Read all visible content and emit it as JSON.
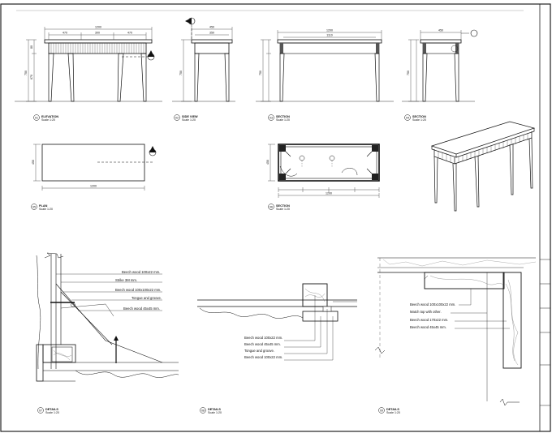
{
  "dims": {
    "elev_width": "1200",
    "elev_sub": [
      "470",
      "300",
      "470"
    ],
    "elev_height": [
      "750",
      "80",
      "670"
    ],
    "side_width": "450",
    "side_sub": "350",
    "section_width": "1200",
    "section_sub": "1110",
    "section_b_width": "450",
    "plan_width": "1200",
    "plan_height": "450",
    "section_plan_width": "1200"
  },
  "view_labels": {
    "elevation": "ELEVATION",
    "side_view": "SIDE VIEW",
    "section_a": "SECTION",
    "section_b": "SECTION",
    "plan": "PLAN",
    "section_plan": "SECTION",
    "detail_1": "DETAILS",
    "detail_2": "DETAILS",
    "detail_3": "DETAILS"
  },
  "view_numbers": [
    "01",
    "02",
    "03",
    "04",
    "05",
    "06",
    "07",
    "08",
    "09"
  ],
  "scale_note": "Scale 1:20",
  "callouts": {
    "detail_1": [
      "Beech wood 100x22 mm.",
      "Strike 3M mm.",
      "Beech wood 100x100x22 mm.",
      "Tongue and groove.",
      "Beech wood 45x45 mm."
    ],
    "detail_2": [
      "Beech wood 100x22 mm.",
      "Beech wood 45x45 mm.",
      "Tongue and groove.",
      "Beech wood 100x22 mm."
    ],
    "detail_3": [
      "Beech wood 100x100x22 mm.",
      "Match top with other.",
      "Beech wood 170x22 mm.",
      "Beech wood 45x45 mm."
    ]
  },
  "icons": [
    "section-marker-icon",
    "view-number-icon",
    "break-line-icon"
  ]
}
